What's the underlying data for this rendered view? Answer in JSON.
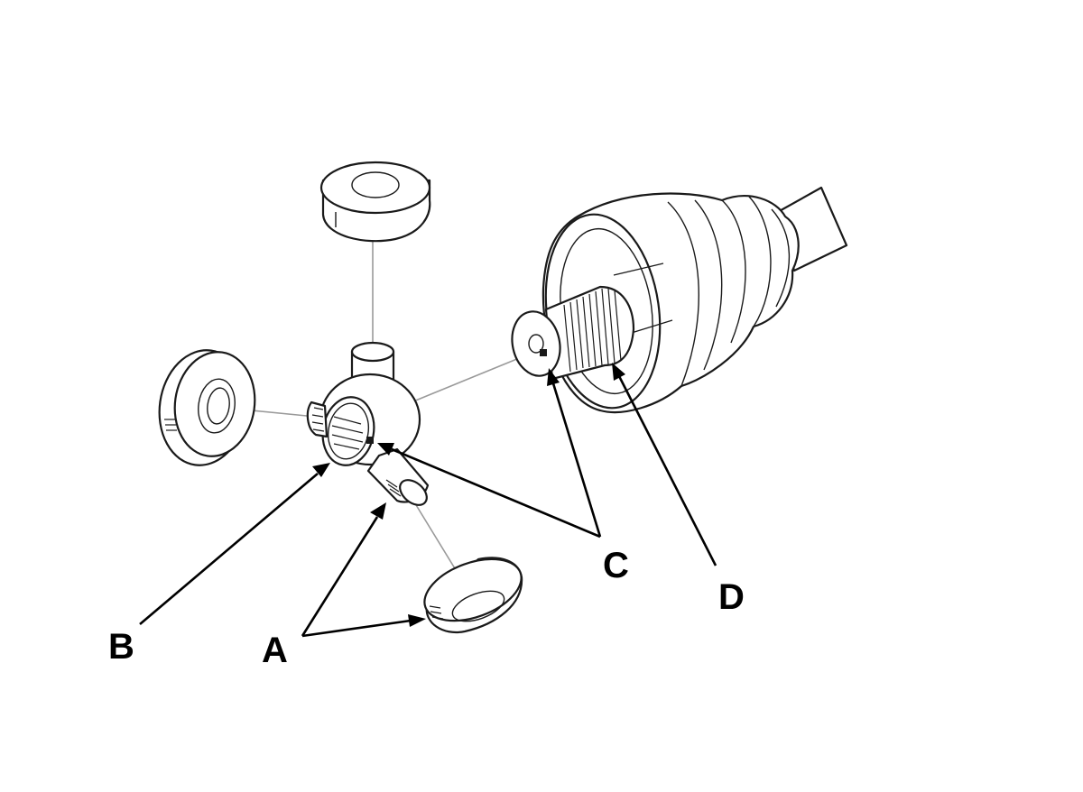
{
  "callouts": {
    "a": "A",
    "b": "B",
    "c": "C",
    "d": "D"
  },
  "colors": {
    "background": "#ffffff",
    "line": "#1a1a1a",
    "guide": "#9a9a9a",
    "leader": "#000000"
  }
}
